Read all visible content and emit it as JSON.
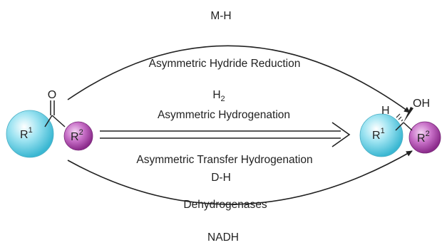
{
  "colors": {
    "cyan_ball": "#9fe4f2",
    "cyan_ball_dark": "#3ab7d2",
    "magenta_ball": "#c76fc7",
    "magenta_ball_dark": "#8a2a8a",
    "ink": "#222222"
  },
  "routes": {
    "top_reagent": "M-H",
    "top_name": "Asymmetric Hydride Reduction",
    "middle_reagent_main": "H",
    "middle_reagent_sub": "2",
    "middle_name_upper": "Asymmetric Hydrogenation",
    "middle_name_lower": "Asymmetric Transfer Hydrogenation",
    "transfer_reagent": "D-H",
    "bottom_name": "Dehydrogenases",
    "bottom_reagent": "NADH"
  },
  "ketone": {
    "oxygen": "O",
    "r1_main": "R",
    "r1_sup": "1",
    "r2_main": "R",
    "r2_sup": "2"
  },
  "alcohol": {
    "hydrogen": "H",
    "hydroxyl": "OH",
    "r1_main": "R",
    "r1_sup": "1",
    "r2_main": "R",
    "r2_sup": "2"
  }
}
